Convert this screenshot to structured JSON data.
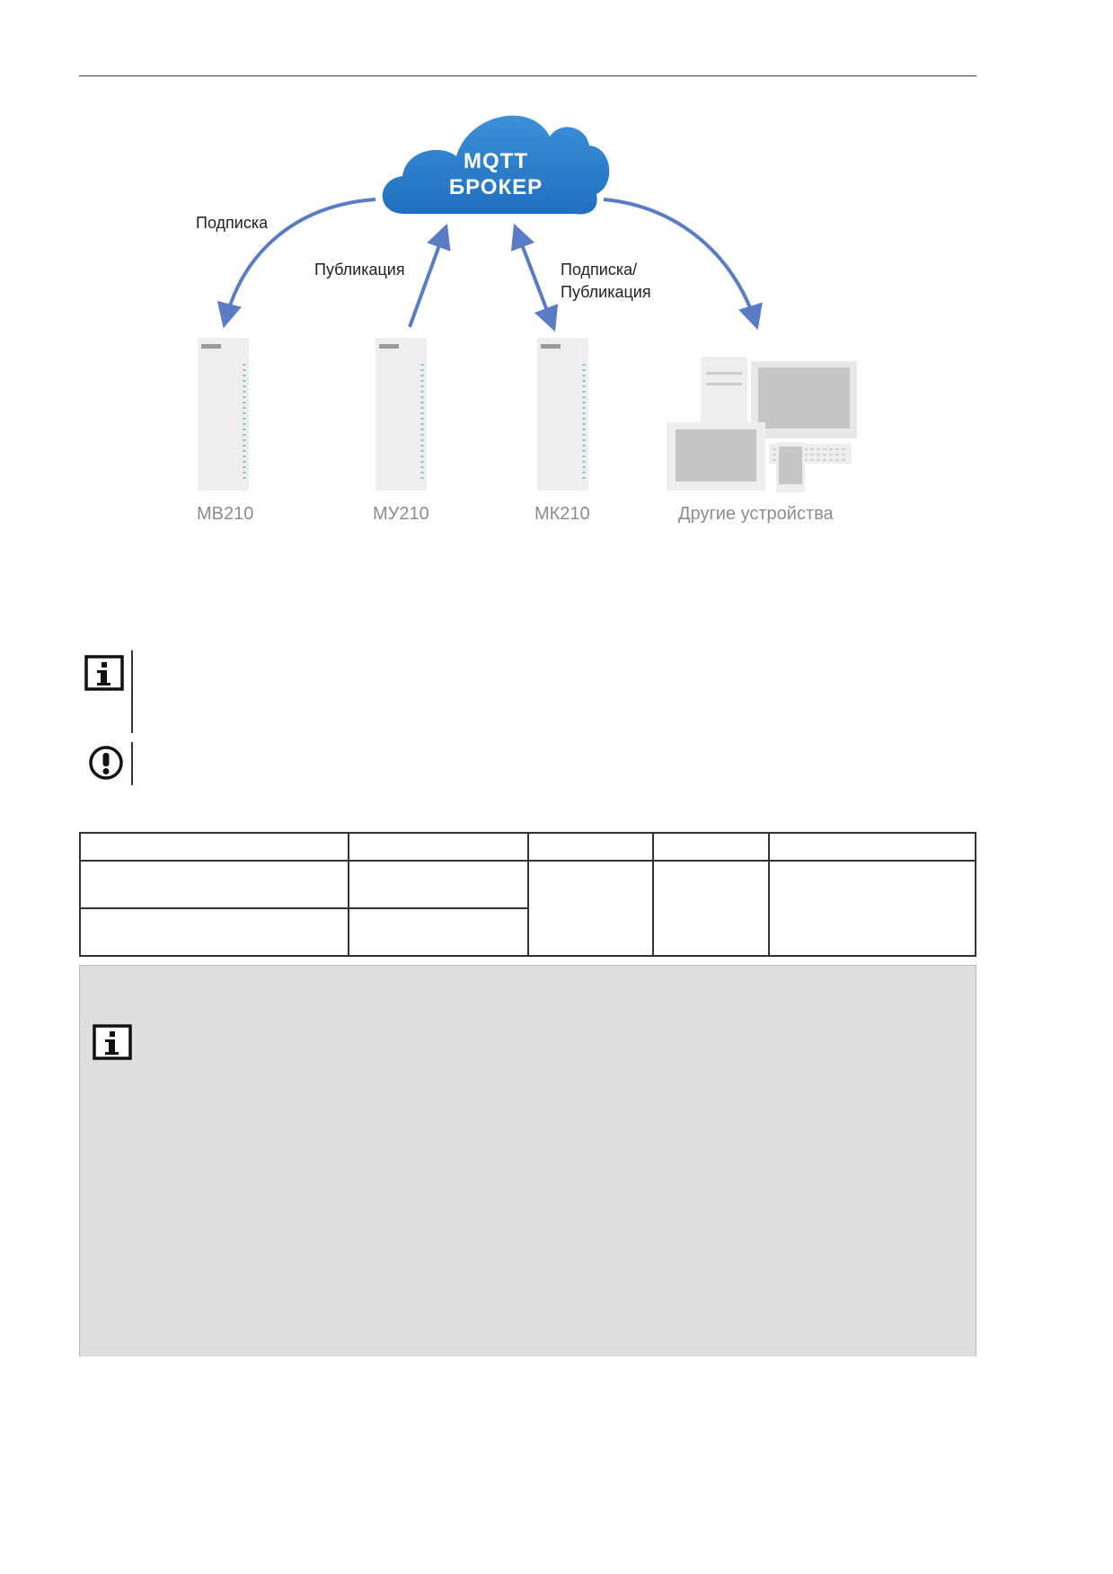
{
  "diagram": {
    "broker_line1": "MQTT",
    "broker_line2": "БРОКЕР",
    "arrow_labels": {
      "subscribe": "Подписка",
      "publish": "Публикация",
      "subpub_line1": "Подписка/",
      "subpub_line2": "Публикация"
    },
    "devices": [
      {
        "label": "МВ210"
      },
      {
        "label": "МУ210"
      },
      {
        "label": "МК210"
      },
      {
        "label": "Другие устройства"
      }
    ],
    "colors": {
      "cloud": "#2a7cc7",
      "arrow": "#5a7cc4",
      "module": "#eeeeee",
      "led": "#7fc7c0"
    }
  },
  "notes": [
    {
      "icon": "info-icon"
    },
    {
      "icon": "warning-icon"
    }
  ],
  "infobox": {
    "icon": "info-icon",
    "background": "#dedede"
  }
}
